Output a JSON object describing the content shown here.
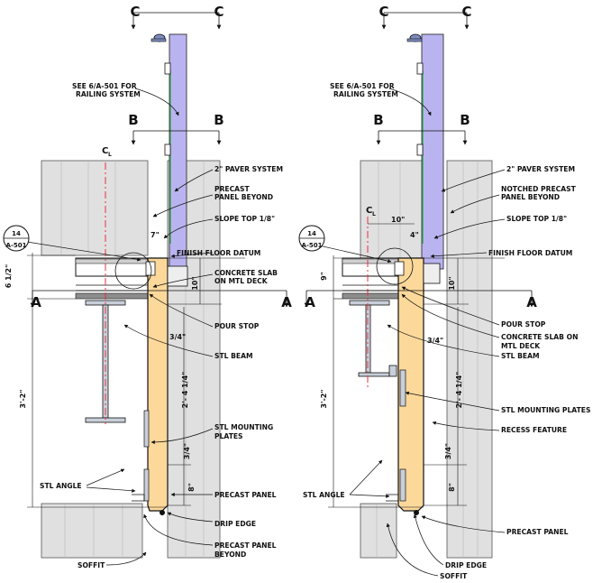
{
  "colors": {
    "precast_panel": "#fcd89a",
    "railing_glass": "#b9b4f0",
    "background_panel": "#e0e0e0",
    "beam": "#c9cfd9",
    "centerline": "#e8303f",
    "glass_edge": "#2aa34a"
  },
  "cut_markers": {
    "a": "A",
    "b": "B",
    "c": "C"
  },
  "centerline_mark": "C",
  "centerline_sub": "L",
  "detail_tag": {
    "number": "14",
    "sheet": "A-501"
  },
  "left_detail": {
    "labels": {
      "see_railing": "SEE 6/A-501 FOR",
      "railing_system": "RAILING SYSTEM",
      "paver": "2\" PAVER SYSTEM",
      "precast_beyond_1": "PRECAST",
      "precast_beyond_2": "PANEL BEYOND",
      "slope": "SLOPE TOP 1/8\"",
      "finish_floor": "FINISH FLOOR DATUM",
      "slab_1": "CONCRETE SLAB",
      "slab_2": "ON MTL DECK",
      "pour_stop": "POUR STOP",
      "stl_beam": "STL BEAM",
      "mounting_1": "STL MOUNTING",
      "mounting_2": "PLATES",
      "stl_angle": "STL ANGLE",
      "precast_panel": "PRECAST PANEL",
      "drip_edge": "DRIP EDGE",
      "precast_panel_beyond_1": "PRECAST PANEL",
      "precast_panel_beyond_2": "BEYOND",
      "soffit": "SOFFIT"
    },
    "dims": {
      "d7": "7\"",
      "d6half": "6 1/2\"",
      "d10": "10\"",
      "d3_4a": "3/4\"",
      "d2_41_4": "2'- 4 1/4\"",
      "d3_2": "3'-2\"",
      "d3_4b": "3/4\"",
      "d8": "8\""
    }
  },
  "right_detail": {
    "labels": {
      "see_railing": "SEE 6/A-501 FOR",
      "railing_system": "RAILING SYSTEM",
      "paver": "2\" PAVER SYSTEM",
      "notched_1": "NOTCHED PRECAST",
      "notched_2": "PANEL BEYOND",
      "slope": "SLOPE TOP 1/8\"",
      "finish_floor": "FINISH FLOOR DATUM",
      "pour_stop": "POUR STOP",
      "slab_1": "CONCRETE SLAB ON",
      "slab_2": "MTL DECK",
      "stl_beam": "STL BEAM",
      "mounting": "STL MOUNTING PLATES",
      "recess": "RECESS FEATURE",
      "stl_angle": "STL ANGLE",
      "precast_panel": "PRECAST PANEL",
      "drip_edge": "DRIP EDGE",
      "soffit": "SOFFIT"
    },
    "dims": {
      "d10top": "10\"",
      "d4": "4\"",
      "d9": "9\"",
      "d10": "10\"",
      "d3_4a": "3/4\"",
      "d2_41_4": "2'- 4 1/4\"",
      "d3_2": "3'-2\"",
      "d3_4b": "3/4\"",
      "d8": "8\""
    }
  }
}
